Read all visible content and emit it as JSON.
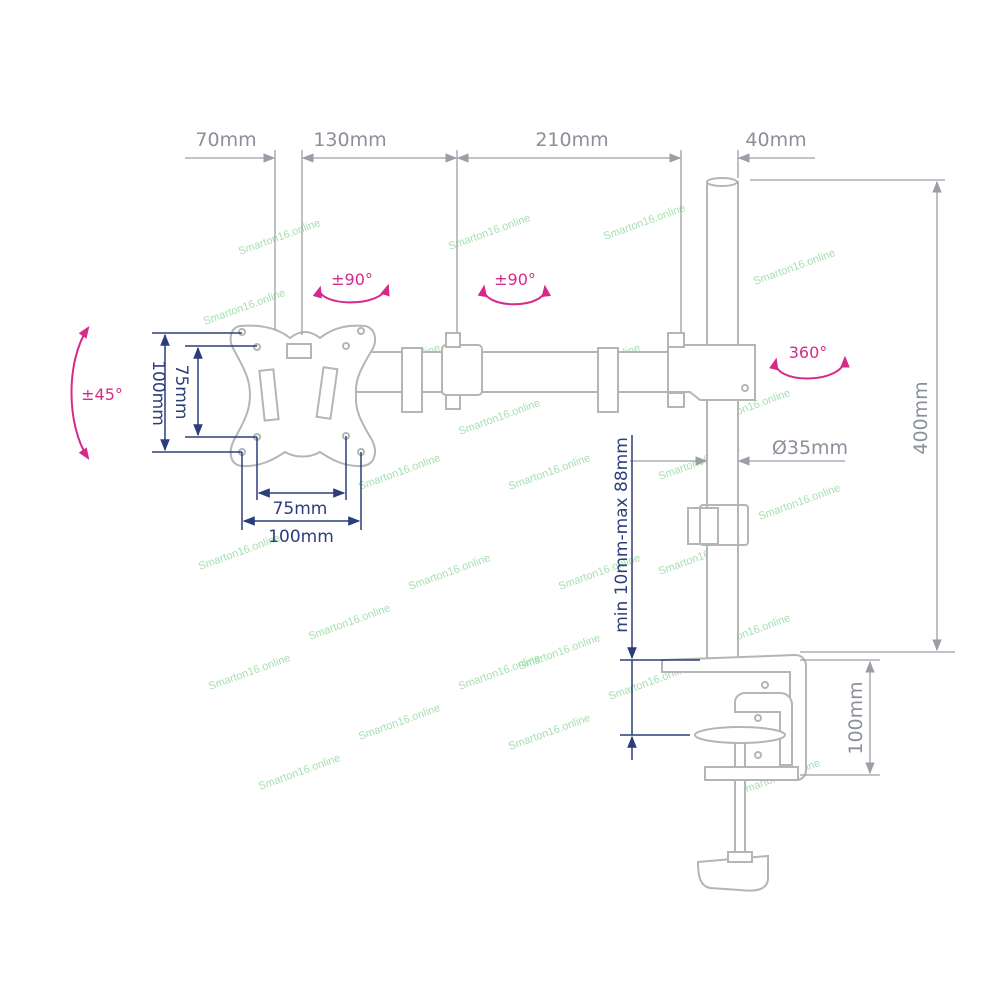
{
  "dimensions": {
    "arm_70": "70mm",
    "arm_130": "130mm",
    "arm_210": "210mm",
    "offset_40": "40mm",
    "pole_height": "400mm",
    "pole_diameter": "Ø35mm",
    "vesa_h_75": "75mm",
    "vesa_h_100": "100mm",
    "vesa_v_75": "75mm",
    "vesa_v_100": "100mm",
    "desk_thickness": "min 10mm-max 88mm",
    "clamp_height": "100mm"
  },
  "rotations": {
    "tilt": "±45°",
    "plate_swivel": "±90°",
    "arm_swivel": "±90°",
    "pole_rotation": "360°"
  },
  "colors": {
    "gray": "#8a8f99",
    "navy": "#2b3e7a",
    "magenta": "#d62a8a",
    "line": "#b5b5b5"
  },
  "watermark": "Smarton16.online"
}
